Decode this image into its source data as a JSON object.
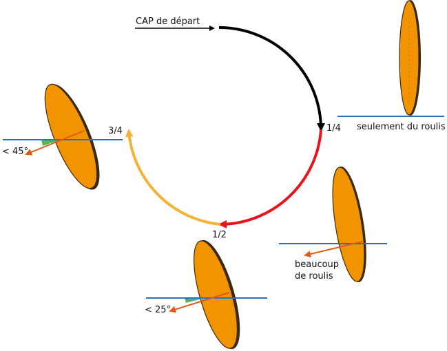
{
  "labels": {
    "start_heading": "CAP de départ",
    "quarter": "1/4",
    "half": "1/2",
    "three_quarter": "3/4",
    "roll_only": "seulement du roulis",
    "much_roll_line1": "beaucoup",
    "much_roll_line2": "de roulis",
    "angle_25": "< 25°",
    "angle_45": "< 45°"
  },
  "colors": {
    "arc_first_quarter": "#000000",
    "arc_second_quarter": "#e8141c",
    "arc_third_quarter": "#f5b335",
    "wing_fill": "#f29400",
    "wing_edge": "#3a2a10",
    "horizon_line": "#1f73c8",
    "axis_arrow": "#e05a14",
    "angle_wedge": "#54b848"
  }
}
